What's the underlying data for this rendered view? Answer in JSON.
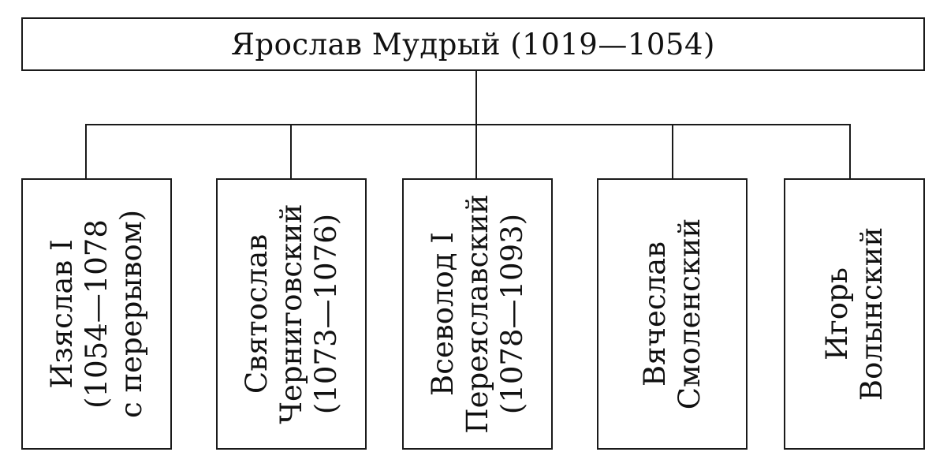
{
  "root": {
    "label": "Ярослав Мудрый (1019—1054)"
  },
  "children": [
    {
      "lines": [
        "Изяслав I",
        "(1054—1078",
        "с перерывом)"
      ]
    },
    {
      "lines": [
        "Святослав",
        "Черниговский",
        "(1073—1076)"
      ]
    },
    {
      "lines": [
        "Всеволод I",
        "Переяславский",
        "(1078—1093)"
      ]
    },
    {
      "lines": [
        "Вячеслав",
        "Смоленский"
      ]
    },
    {
      "lines": [
        "Игорь",
        "Волынский"
      ]
    }
  ]
}
